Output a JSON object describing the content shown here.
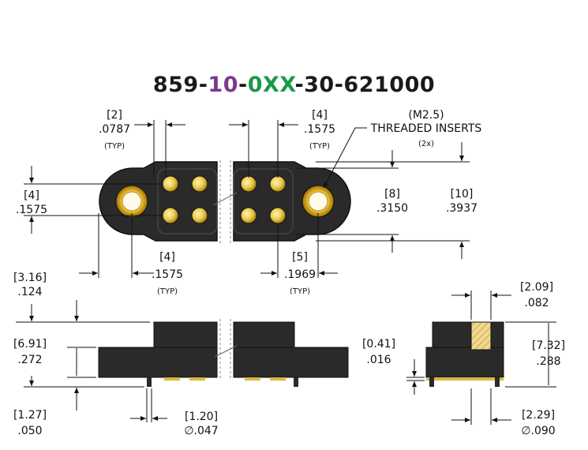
{
  "title": {
    "part1": "859-",
    "part2": "10",
    "part3": "-",
    "part4": "0XX",
    "part5": "-30-621000",
    "colors": {
      "base": "#1a1a1a",
      "accent_purple": "#7b3a8c",
      "accent_green": "#1a9a4a"
    }
  },
  "top_view": {
    "pitch_x": {
      "bracket": "2",
      "value": ".0787",
      "note": "(TYP)"
    },
    "pin_offset": {
      "bracket": "4",
      "value": ".1575",
      "note": "(TYP)"
    },
    "insert_label": {
      "size": "(M2.5)",
      "name": "THREADED INSERTS",
      "qty": "(2x)"
    },
    "left_height": {
      "bracket": "4",
      "value": ".1575"
    },
    "inner_height": {
      "bracket": "8",
      "value": ".3150"
    },
    "outer_height": {
      "bracket": "10",
      "value": ".3937"
    },
    "bottom_left": {
      "bracket": "4",
      "value": ".1575",
      "note": "(TYP)"
    },
    "bottom_right": {
      "bracket": "5",
      "value": ".1969",
      "note": "(TYP)"
    }
  },
  "side_view": {
    "top_offset": {
      "bracket": "3.16",
      "value": ".124"
    },
    "body_height": {
      "bracket": "6.91",
      "value": ".272"
    },
    "pin_length": {
      "bracket": "1.27",
      "value": ".050"
    },
    "pin_diameter": {
      "bracket": "1.20",
      "value": ".047",
      "symbol": "∅"
    }
  },
  "end_view": {
    "insert_width": {
      "bracket": "2.09",
      "value": ".082"
    },
    "gap": {
      "bracket": "0.41",
      "value": ".016"
    },
    "total_height": {
      "bracket": "7.32",
      "value": ".288"
    },
    "hole_diameter": {
      "bracket": "2.29",
      "value": ".090",
      "symbol": "∅"
    }
  }
}
